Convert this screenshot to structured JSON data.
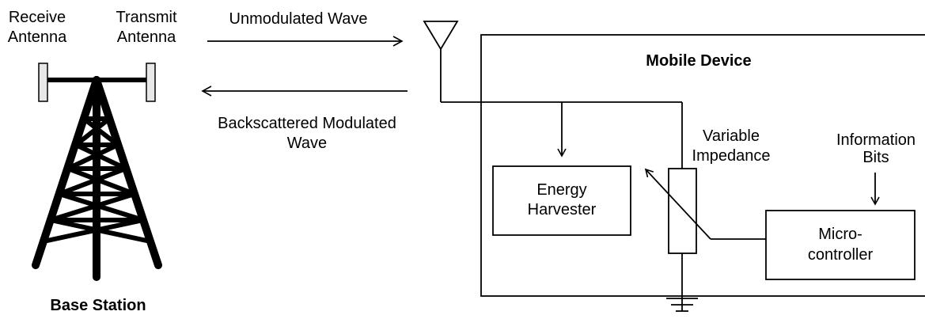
{
  "base_station": {
    "title": "Base Station",
    "receive_antenna": [
      "Receive",
      "Antenna"
    ],
    "transmit_antenna": [
      "Transmit",
      "Antenna"
    ]
  },
  "links": {
    "unmodulated": "Unmodulated Wave",
    "backscattered": [
      "Backscattered Modulated",
      "Wave"
    ]
  },
  "mobile_device": {
    "title": "Mobile Device",
    "energy_harvester": [
      "Energy",
      "Harvester"
    ],
    "variable_impedance": [
      "Variable",
      "Impedance"
    ],
    "information_bits": [
      "Information",
      "Bits"
    ],
    "microcontroller": [
      "Micro-",
      "controller"
    ]
  }
}
